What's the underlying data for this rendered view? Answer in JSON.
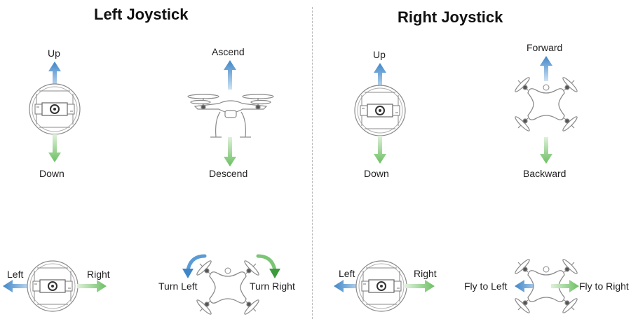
{
  "left_panel": {
    "title": "Left Joystick",
    "labels": {
      "up": "Up",
      "down": "Down",
      "ascend": "Ascend",
      "descend": "Descend",
      "left": "Left",
      "right": "Right",
      "turn_left": "Turn Left",
      "turn_right": "Turn Right"
    }
  },
  "right_panel": {
    "title": "Right Joystick",
    "labels": {
      "up": "Up",
      "down": "Down",
      "forward": "Forward",
      "backward": "Backward",
      "left": "Left",
      "right": "Right",
      "fly_left": "Fly to Left",
      "fly_right": "Fly to Right"
    }
  },
  "colors": {
    "blue_arrow": "#5b9bd5",
    "green_arrow": "#7cc576",
    "green_turn": "#3d9a3d",
    "line": "#9a9a9a"
  }
}
